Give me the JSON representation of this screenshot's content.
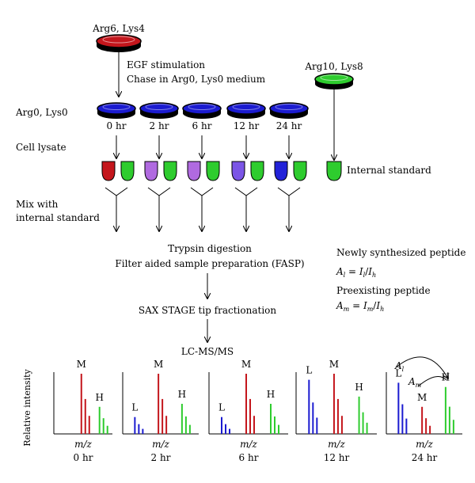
{
  "top_dish_label": "Arg6, Lys4",
  "stim_line1": "EGF stimulation",
  "stim_line2": "Chase in Arg0, Lys0 medium",
  "standard_dish_label": "Arg10, Lys8",
  "row_label_dishes": "Arg0, Lys0",
  "row_label_lysate": "Cell lysate",
  "row_label_mix_1": "Mix with",
  "row_label_mix_2": "internal standard",
  "internal_standard_label": "Internal standard",
  "timepoints": [
    "0 hr",
    "2 hr",
    "6 hr",
    "12 hr",
    "24 hr"
  ],
  "trypsin_line": "Trypsin digestion",
  "fasp_line": "Filter aided sample preparation (FASP)",
  "sax_line": "SAX STAGE tip fractionation",
  "lcms_line": "LC-MS/MS",
  "newly_title": "Newly synthesized peptide",
  "newly_formula": {
    "lhs": "A",
    "lhs_sub": "l",
    "rhs": "I",
    "rhs_sub": "l",
    "den": "I",
    "den_sub": "h"
  },
  "preexisting_title": "Preexisting peptide",
  "preexisting_formula": {
    "lhs": "A",
    "lhs_sub": "m",
    "rhs": "I",
    "rhs_sub": "m",
    "den": "I",
    "den_sub": "h"
  },
  "y_axis_label": "Relative intensity",
  "x_axis_label": "m/z",
  "peak_labels": {
    "L": "L",
    "M": "M",
    "H": "H"
  },
  "annot_Al": {
    "letter": "A",
    "sub": "l"
  },
  "annot_Am": {
    "letter": "A",
    "sub": "m"
  },
  "colors": {
    "red": "#c4161c",
    "blue": "#1b1bd0",
    "green": "#2ecc2e",
    "violet_light": "#b06ae0",
    "violet_mid": "#7b55e6",
    "lysate_blue": "#2222d8"
  },
  "spectra": [
    {
      "time": "0 hr",
      "L": 0,
      "M": 1.0,
      "H": 0.45
    },
    {
      "time": "2 hr",
      "L": 0.28,
      "M": 1.0,
      "H": 0.5
    },
    {
      "time": "6 hr",
      "L": 0.28,
      "M": 1.0,
      "H": 0.5
    },
    {
      "time": "12 hr",
      "L": 0.9,
      "M": 1.0,
      "H": 0.62
    },
    {
      "time": "24 hr",
      "L": 0.85,
      "M": 0.45,
      "H": 0.78
    }
  ]
}
